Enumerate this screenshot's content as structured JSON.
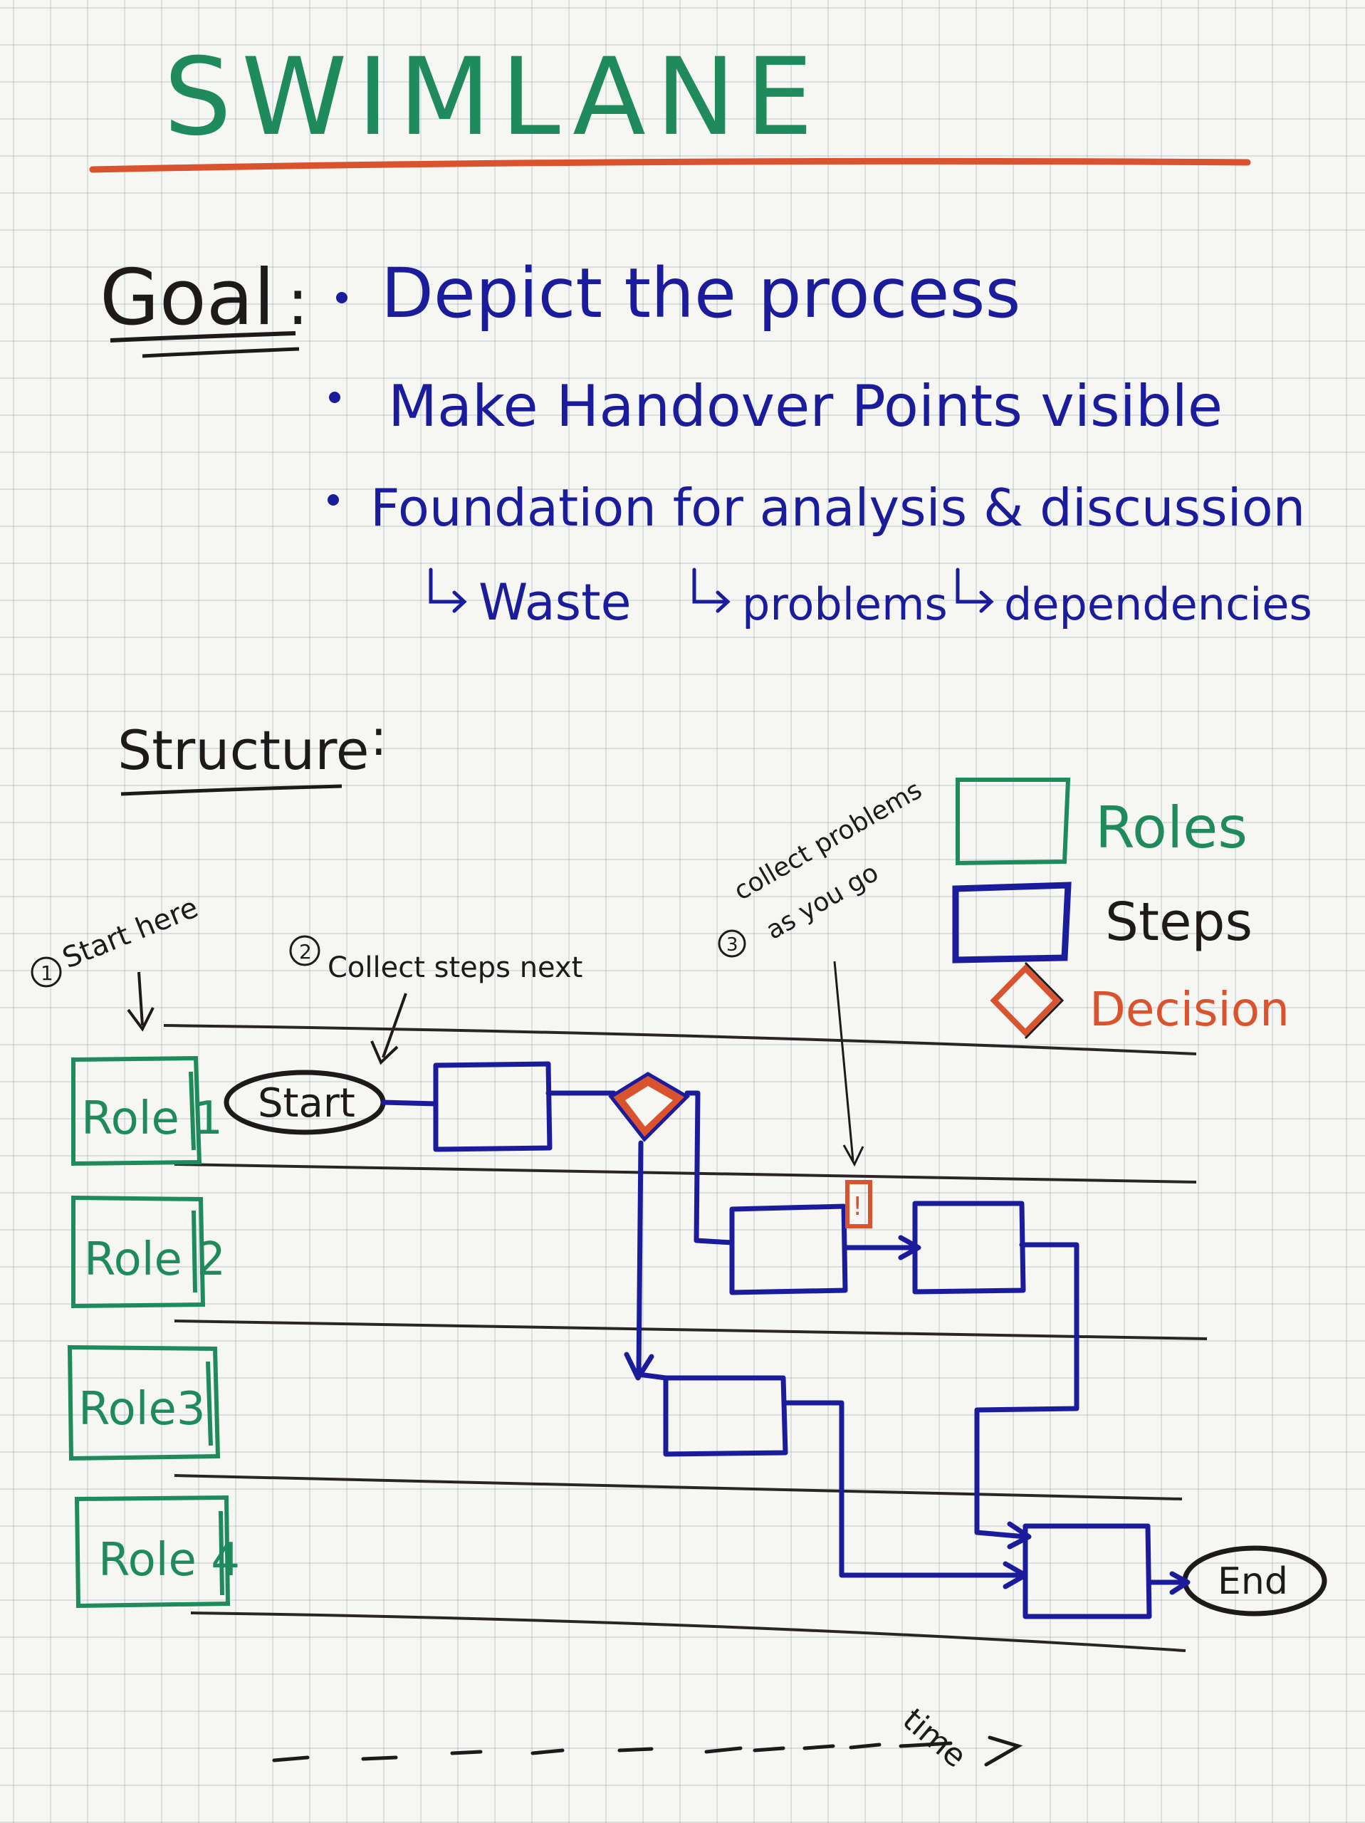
{
  "colors": {
    "green": "#1f8a5b",
    "blue": "#1b1c9c",
    "black": "#1e1a1a",
    "red": "#d9532f"
  },
  "title": "SWIMLANE",
  "goal": {
    "label": "Goal",
    "bullets": [
      "Depict the process",
      "Make Handover Points visible",
      "Foundation for analysis & discussion"
    ],
    "sub_items": [
      "Waste",
      "problems",
      "dependencies"
    ]
  },
  "structure": {
    "label": "Structure",
    "legend": {
      "roles": "Roles",
      "steps": "Steps",
      "decision": "Decision"
    },
    "annotations": {
      "start_here": "Start here",
      "collect_steps": "Collect steps next",
      "collect_problems_line1": "collect problems",
      "collect_problems_line2": "as you go",
      "num1": "1",
      "num2": "2",
      "num3": "3"
    },
    "roles": [
      "Role 1",
      "Role 2",
      "Role3",
      "Role 4"
    ],
    "start_label": "Start",
    "end_label": "End",
    "problem_marker": "!",
    "time_label": "time"
  }
}
